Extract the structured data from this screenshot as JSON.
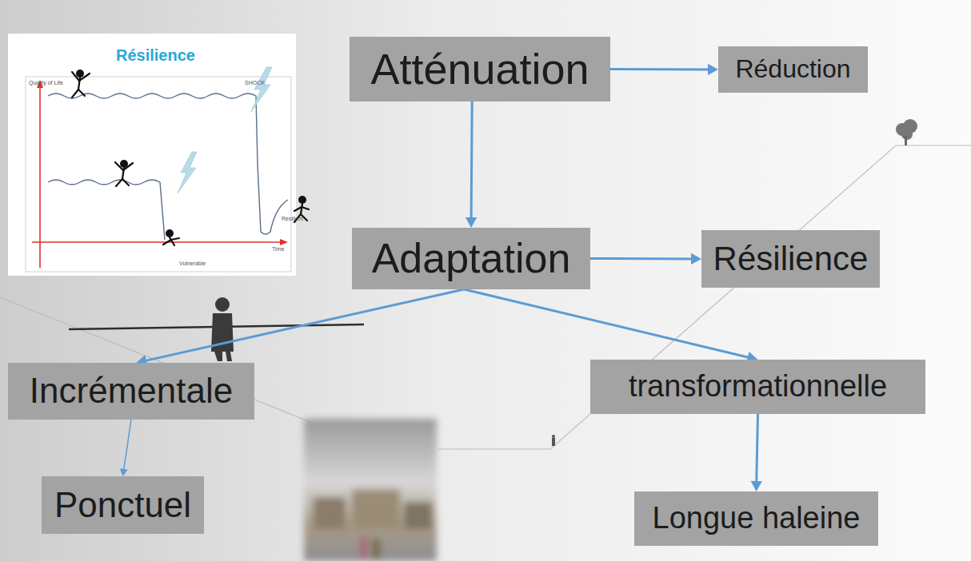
{
  "diagram": {
    "nodes": [
      {
        "text": [
          "Atténuation"
        ]
      },
      {
        "text": [
          "Réduction"
        ]
      },
      {
        "text": [
          "Adaptation"
        ]
      },
      {
        "text": [
          "Résilience"
        ]
      },
      {
        "text": [
          "Incrémentale"
        ]
      },
      {
        "text": [
          "transformationnelle"
        ]
      },
      {
        "text": [
          "Ponctuel"
        ]
      },
      {
        "text": [
          "Longue haleine"
        ]
      }
    ],
    "edges": [
      {
        "from": 0,
        "to": 1,
        "arrow": "to"
      },
      {
        "from": 0,
        "to": 2,
        "arrow": "to"
      },
      {
        "from": 2,
        "to": 3,
        "arrow": "to"
      },
      {
        "from": 2,
        "to": 4,
        "arrow": "to"
      },
      {
        "from": 2,
        "to": 5,
        "arrow": "to"
      },
      {
        "from": 4,
        "to": 6,
        "arrow": "to"
      },
      {
        "from": 5,
        "to": 7,
        "arrow": "to"
      }
    ],
    "labels": [
      "Résilience",
      "Quality of Life",
      "SHOCK",
      "Resilient",
      "Vulnerable",
      "Time"
    ]
  }
}
